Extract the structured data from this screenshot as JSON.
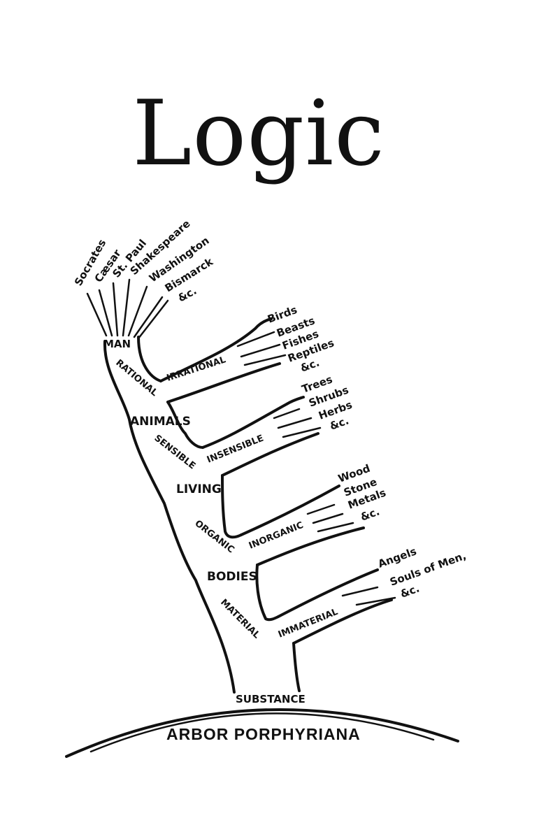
{
  "title": "Logic",
  "caption": "ARBOR PORPHYRIANA",
  "trunk_labels": {
    "man": "MAN",
    "rational": "RATIONAL",
    "irrational": "IRRATIONAL",
    "animals": "ANIMALS",
    "sensible": "SENSIBLE",
    "insensible": "INSENSIBLE",
    "living": "LIVING",
    "organic": "ORGANIC",
    "inorganic": "INORGANIC",
    "bodies": "BODIES",
    "material": "MATERIAL",
    "immaterial": "IMMATERIAL",
    "substance": "SUBSTANCE"
  },
  "individuals": [
    "Socrates",
    "Cæsar",
    "St. Paul",
    "Shakespeare",
    "Washington",
    "Bismarck",
    "&c."
  ],
  "irrational_examples": [
    "Birds",
    "Beasts",
    "Fishes",
    "Reptiles",
    "&c."
  ],
  "insensible_examples": [
    "Trees",
    "Shrubs",
    "Herbs",
    "&c."
  ],
  "inorganic_examples": [
    "Wood",
    "Stone",
    "Metals",
    "&c."
  ],
  "immaterial_examples": [
    "Angels",
    "Souls of Men,",
    "&c."
  ],
  "colors": {
    "ink": "#111111",
    "background": "#ffffff"
  }
}
